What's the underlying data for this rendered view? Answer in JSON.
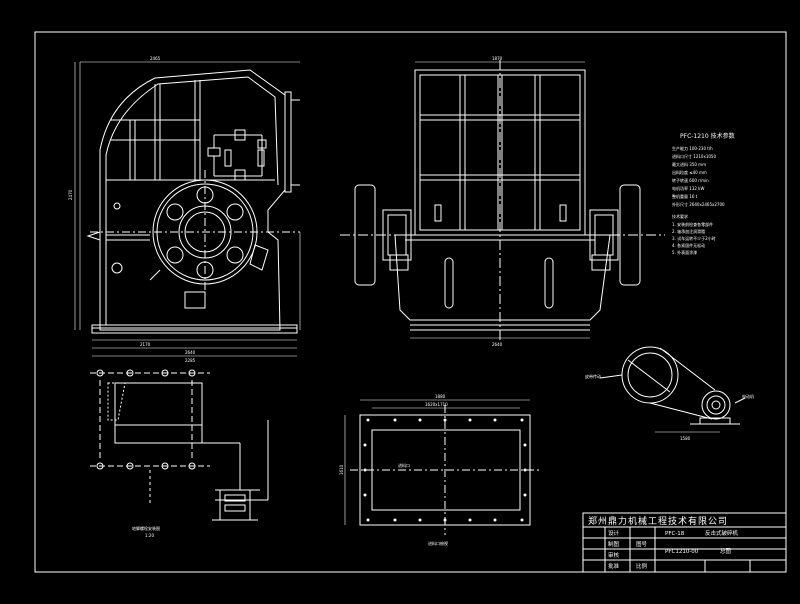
{
  "window": {
    "title": ""
  },
  "title_block": {
    "company": "郑州鼎力机械工程技术有限公司",
    "drawing_name": "PFC-18",
    "drawing_desc": "反击式破碎机",
    "part_code": "PFC1210-00",
    "sheet_label": "总图",
    "rows": [
      {
        "col1": "设计",
        "col2": "",
        "col3": ""
      },
      {
        "col1": "制图",
        "col2": "",
        "col3": "图号"
      },
      {
        "col1": "审核",
        "col2": "",
        "col3": ""
      },
      {
        "col1": "批准",
        "col2": "",
        "col3": "比例"
      }
    ]
  },
  "spec_notes": {
    "heading": "PFC-1210 技术参数",
    "lines": [
      "生产能力   100-230 t/h",
      "进料口尺寸 1210x1050",
      "最大进料  350 mm",
      "出料粒度  ≤40 mm",
      "转子转速  600 r/min",
      "电机功率  132 kW",
      "整机重量  16 t",
      "外形尺寸  2640x2465x2700"
    ],
    "tech_heading": "技术要求",
    "tech_lines": [
      "1. 安装前检查各零部件",
      "2. 轴承加注润滑脂",
      "3. 试车运转不少于2小时",
      "4. 各紧固件无松动",
      "5. 外表面涂漆"
    ]
  },
  "dimensions": {
    "front_top": "2465",
    "front_height": "2470",
    "front_bottom_1": "2170",
    "front_bottom_2": "2640",
    "front_bottom_3": "2285",
    "side_top": "1870",
    "side_bottom": "2640",
    "plan_width": "1880",
    "plan_inner": "1620x1710",
    "plan_height": "1610",
    "belt_dim": "1580"
  },
  "captions": {
    "foundation": "地脚螺栓安装图",
    "scale_foundation": "1:20",
    "plan_view": "进料口俯视",
    "feed_label": "进料口",
    "motor_label": "电动机",
    "belt_label": "皮带传动"
  }
}
